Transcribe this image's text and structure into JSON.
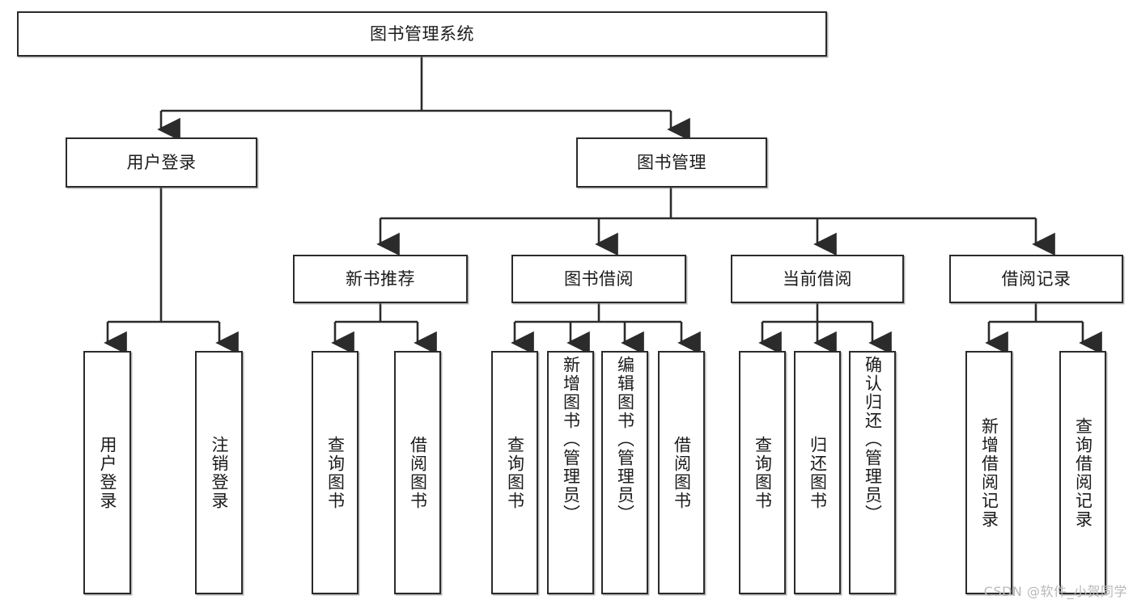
{
  "diagram": {
    "type": "tree",
    "title": "图书管理系统",
    "watermark": "CSDN @软件_小贺同学",
    "colors": {
      "box_border": "#2b2b2b",
      "box_fill": "#ffffff",
      "connector": "#2b2b2b",
      "text": "#1b1b1b",
      "watermark": "#b9b9b9"
    },
    "root": {
      "label": "图书管理系统"
    },
    "level2": [
      {
        "label": "用户登录"
      },
      {
        "label": "图书管理"
      }
    ],
    "level3": [
      {
        "label": "新书推荐"
      },
      {
        "label": "图书借阅"
      },
      {
        "label": "当前借阅"
      },
      {
        "label": "借阅记录"
      }
    ],
    "leaves": {
      "user_login": [
        {
          "label": "用户登录"
        },
        {
          "label": "注销登录"
        }
      ],
      "new_book_recommend": [
        {
          "label": "查询图书"
        },
        {
          "label": "借阅图书"
        }
      ],
      "book_borrow": [
        {
          "label": "查询图书"
        },
        {
          "label": "新增图书（管理员）"
        },
        {
          "label": "编辑图书（管理员）"
        },
        {
          "label": "借阅图书"
        }
      ],
      "current_borrow": [
        {
          "label": "查询图书"
        },
        {
          "label": "归还图书"
        },
        {
          "label": "确认归还（管理员）"
        }
      ],
      "borrow_record": [
        {
          "label": "新增借阅记录"
        },
        {
          "label": "查询借阅记录"
        }
      ]
    }
  }
}
